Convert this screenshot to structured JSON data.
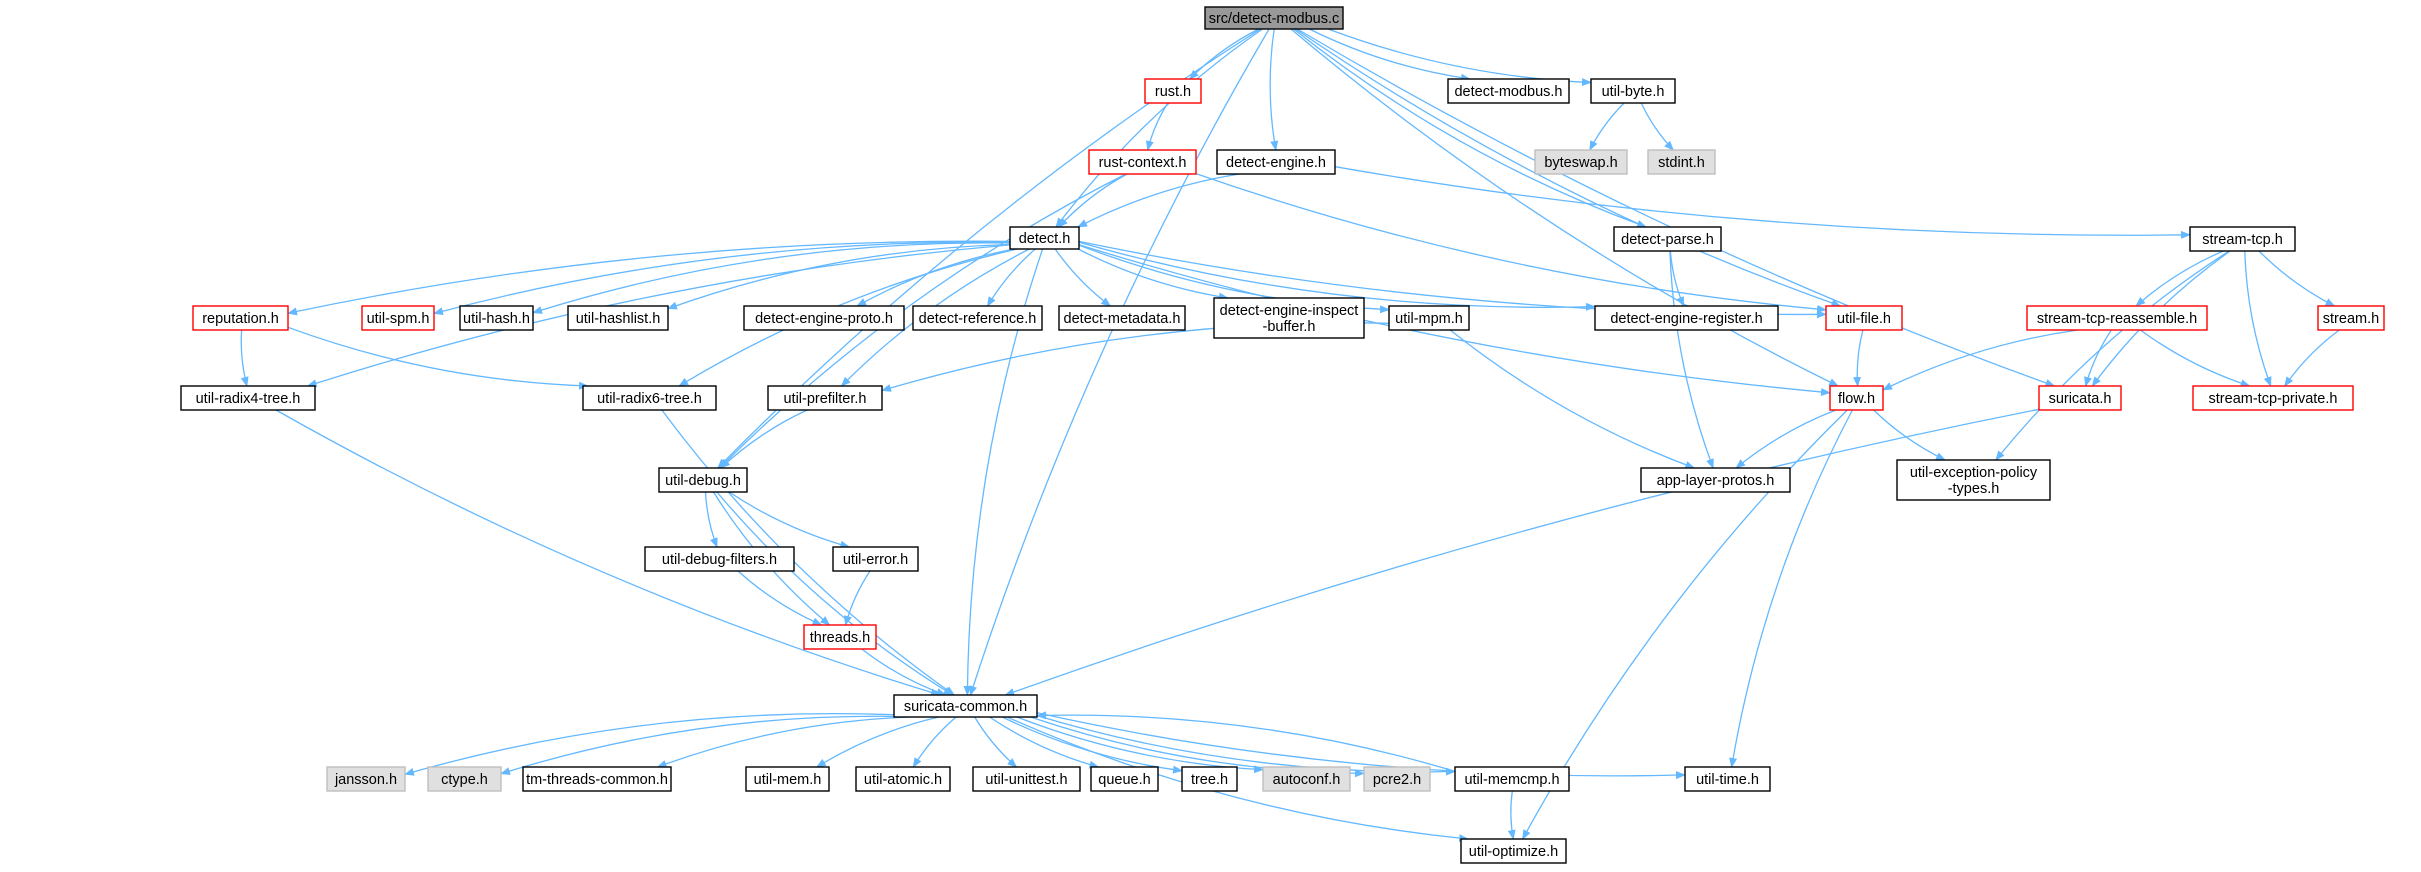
{
  "colors": {
    "edge": "#63b8ff",
    "border_normal": "#000000",
    "border_red": "#ff0000",
    "border_gray": "#bfbfbf",
    "fill_root": "#999999",
    "fill_system": "#e0e0e0",
    "fill_normal": "#ffffff"
  },
  "nodes": [
    {
      "id": "root",
      "label": "src/detect-modbus.c",
      "style": "root"
    },
    {
      "id": "rust",
      "label": "rust.h",
      "style": "red"
    },
    {
      "id": "detect_modbus",
      "label": "detect-modbus.h",
      "style": "normal"
    },
    {
      "id": "util_byte",
      "label": "util-byte.h",
      "style": "normal"
    },
    {
      "id": "byteswap",
      "label": "byteswap.h",
      "style": "system"
    },
    {
      "id": "stdint",
      "label": "stdint.h",
      "style": "system"
    },
    {
      "id": "rust_context",
      "label": "rust-context.h",
      "style": "red"
    },
    {
      "id": "detect_engine",
      "label": "detect-engine.h",
      "style": "normal"
    },
    {
      "id": "detect",
      "label": "detect.h",
      "style": "normal"
    },
    {
      "id": "detect_parse",
      "label": "detect-parse.h",
      "style": "normal"
    },
    {
      "id": "stream_tcp",
      "label": "stream-tcp.h",
      "style": "normal"
    },
    {
      "id": "reputation",
      "label": "reputation.h",
      "style": "red"
    },
    {
      "id": "util_spm",
      "label": "util-spm.h",
      "style": "red"
    },
    {
      "id": "util_hash",
      "label": "util-hash.h",
      "style": "normal"
    },
    {
      "id": "util_hashlist",
      "label": "util-hashlist.h",
      "style": "normal"
    },
    {
      "id": "detect_engine_proto",
      "label": "detect-engine-proto.h",
      "style": "normal"
    },
    {
      "id": "detect_reference",
      "label": "detect-reference.h",
      "style": "normal"
    },
    {
      "id": "detect_metadata",
      "label": "detect-metadata.h",
      "style": "normal"
    },
    {
      "id": "detect_engine_inspect",
      "label": "detect-engine-inspect\n-buffer.h",
      "style": "normal"
    },
    {
      "id": "util_mpm",
      "label": "util-mpm.h",
      "style": "normal"
    },
    {
      "id": "detect_engine_register",
      "label": "detect-engine-register.h",
      "style": "normal"
    },
    {
      "id": "util_file",
      "label": "util-file.h",
      "style": "red"
    },
    {
      "id": "stream_tcp_reassemble",
      "label": "stream-tcp-reassemble.h",
      "style": "red"
    },
    {
      "id": "stream",
      "label": "stream.h",
      "style": "red"
    },
    {
      "id": "util_radix4",
      "label": "util-radix4-tree.h",
      "style": "normal"
    },
    {
      "id": "util_radix6",
      "label": "util-radix6-tree.h",
      "style": "normal"
    },
    {
      "id": "util_prefilter",
      "label": "util-prefilter.h",
      "style": "normal"
    },
    {
      "id": "flow",
      "label": "flow.h",
      "style": "red"
    },
    {
      "id": "suricata",
      "label": "suricata.h",
      "style": "red"
    },
    {
      "id": "stream_tcp_private",
      "label": "stream-tcp-private.h",
      "style": "red"
    },
    {
      "id": "util_debug",
      "label": "util-debug.h",
      "style": "normal"
    },
    {
      "id": "app_layer_protos",
      "label": "app-layer-protos.h",
      "style": "normal"
    },
    {
      "id": "util_exception",
      "label": "util-exception-policy\n-types.h",
      "style": "normal"
    },
    {
      "id": "util_debug_filters",
      "label": "util-debug-filters.h",
      "style": "normal"
    },
    {
      "id": "util_error",
      "label": "util-error.h",
      "style": "normal"
    },
    {
      "id": "threads",
      "label": "threads.h",
      "style": "red"
    },
    {
      "id": "suricata_common",
      "label": "suricata-common.h",
      "style": "normal"
    },
    {
      "id": "jansson",
      "label": "jansson.h",
      "style": "system"
    },
    {
      "id": "ctype",
      "label": "ctype.h",
      "style": "system"
    },
    {
      "id": "tm_threads_common",
      "label": "tm-threads-common.h",
      "style": "normal"
    },
    {
      "id": "util_mem",
      "label": "util-mem.h",
      "style": "normal"
    },
    {
      "id": "util_atomic",
      "label": "util-atomic.h",
      "style": "normal"
    },
    {
      "id": "util_unittest",
      "label": "util-unittest.h",
      "style": "normal"
    },
    {
      "id": "queue",
      "label": "queue.h",
      "style": "normal"
    },
    {
      "id": "tree",
      "label": "tree.h",
      "style": "normal"
    },
    {
      "id": "autoconf",
      "label": "autoconf.h",
      "style": "system"
    },
    {
      "id": "pcre2",
      "label": "pcre2.h",
      "style": "system"
    },
    {
      "id": "util_memcmp",
      "label": "util-memcmp.h",
      "style": "normal"
    },
    {
      "id": "util_time",
      "label": "util-time.h",
      "style": "normal"
    },
    {
      "id": "util_optimize",
      "label": "util-optimize.h",
      "style": "normal"
    }
  ],
  "edges": [
    [
      "root",
      "rust"
    ],
    [
      "root",
      "detect_modbus"
    ],
    [
      "root",
      "util_byte"
    ],
    [
      "root",
      "detect_engine"
    ],
    [
      "root",
      "detect"
    ],
    [
      "root",
      "detect_parse"
    ],
    [
      "root",
      "util_file"
    ],
    [
      "root",
      "flow"
    ],
    [
      "root",
      "suricata"
    ],
    [
      "root",
      "util_debug"
    ],
    [
      "root",
      "suricata_common"
    ],
    [
      "util_byte",
      "byteswap"
    ],
    [
      "util_byte",
      "stdint"
    ],
    [
      "rust",
      "rust_context"
    ],
    [
      "rust_context",
      "detect"
    ],
    [
      "rust_context",
      "util_file"
    ],
    [
      "rust_context",
      "util_debug"
    ],
    [
      "detect_engine",
      "detect"
    ],
    [
      "detect_engine",
      "stream_tcp"
    ],
    [
      "detect",
      "reputation"
    ],
    [
      "detect",
      "util_spm"
    ],
    [
      "detect",
      "util_hash"
    ],
    [
      "detect",
      "util_hashlist"
    ],
    [
      "detect",
      "detect_engine_proto"
    ],
    [
      "detect",
      "detect_reference"
    ],
    [
      "detect",
      "detect_metadata"
    ],
    [
      "detect",
      "detect_engine_inspect"
    ],
    [
      "detect",
      "util_mpm"
    ],
    [
      "detect",
      "detect_engine_register"
    ],
    [
      "detect",
      "util_file"
    ],
    [
      "detect",
      "flow"
    ],
    [
      "detect",
      "util_radix4"
    ],
    [
      "detect",
      "util_radix6"
    ],
    [
      "detect",
      "util_prefilter"
    ],
    [
      "detect",
      "suricata_common"
    ],
    [
      "detect_parse",
      "detect_engine_register"
    ],
    [
      "detect_parse",
      "app_layer_protos"
    ],
    [
      "stream_tcp",
      "stream_tcp_reassemble"
    ],
    [
      "stream_tcp",
      "stream"
    ],
    [
      "stream_tcp",
      "suricata"
    ],
    [
      "stream_tcp",
      "stream_tcp_private"
    ],
    [
      "stream_tcp",
      "util_exception"
    ],
    [
      "reputation",
      "util_radix4"
    ],
    [
      "reputation",
      "util_radix6"
    ],
    [
      "util_mpm",
      "util_prefilter"
    ],
    [
      "util_mpm",
      "app_layer_protos"
    ],
    [
      "util_file",
      "flow"
    ],
    [
      "stream_tcp_reassemble",
      "flow"
    ],
    [
      "stream_tcp_reassemble",
      "suricata"
    ],
    [
      "stream_tcp_reassemble",
      "stream_tcp_private"
    ],
    [
      "stream",
      "stream_tcp_private"
    ],
    [
      "util_radix4",
      "suricata_common"
    ],
    [
      "util_radix6",
      "suricata_common"
    ],
    [
      "util_prefilter",
      "util_debug"
    ],
    [
      "flow",
      "app_layer_protos"
    ],
    [
      "flow",
      "util_exception"
    ],
    [
      "flow",
      "util_time"
    ],
    [
      "flow",
      "util_optimize"
    ],
    [
      "suricata",
      "suricata_common"
    ],
    [
      "util_debug",
      "util_debug_filters"
    ],
    [
      "util_debug",
      "util_error"
    ],
    [
      "util_debug",
      "threads"
    ],
    [
      "util_debug",
      "suricata_common"
    ],
    [
      "util_debug_filters",
      "threads"
    ],
    [
      "util_error",
      "threads"
    ],
    [
      "threads",
      "suricata_common"
    ],
    [
      "suricata_common",
      "jansson"
    ],
    [
      "suricata_common",
      "ctype"
    ],
    [
      "suricata_common",
      "tm_threads_common"
    ],
    [
      "suricata_common",
      "util_mem"
    ],
    [
      "suricata_common",
      "util_atomic"
    ],
    [
      "suricata_common",
      "util_unittest"
    ],
    [
      "suricata_common",
      "queue"
    ],
    [
      "suricata_common",
      "tree"
    ],
    [
      "suricata_common",
      "autoconf"
    ],
    [
      "suricata_common",
      "pcre2"
    ],
    [
      "suricata_common",
      "util_memcmp"
    ],
    [
      "suricata_common",
      "util_time"
    ],
    [
      "suricata_common",
      "util_optimize"
    ],
    [
      "util_memcmp",
      "util_optimize"
    ],
    [
      "util_memcmp",
      "suricata_common"
    ]
  ]
}
